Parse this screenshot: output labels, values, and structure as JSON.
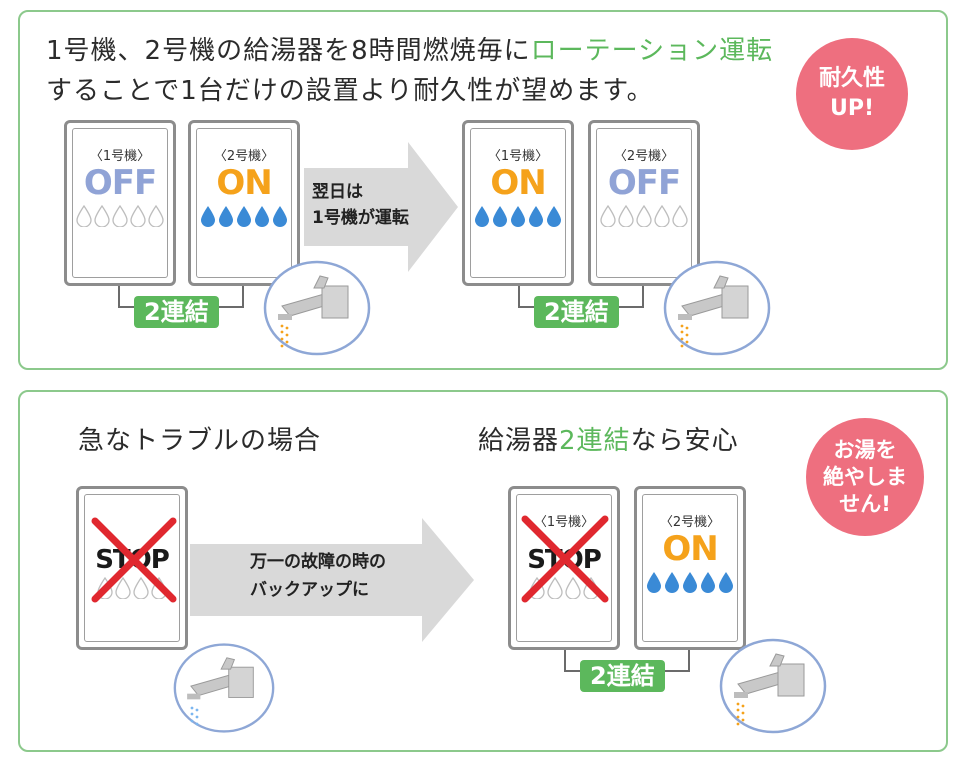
{
  "top": {
    "headline_line1_prefix": "1号機、2号機の給湯器を8時間燃焼毎に",
    "headline_line1_accent": "ローテーション運転",
    "headline_line2": "することで1台だけの設置より耐久性が望めます。",
    "badge_line1": "耐久性",
    "badge_line2": "UP!",
    "before": {
      "unit1": {
        "label": "〈1号機〉",
        "state": "OFF"
      },
      "unit2": {
        "label": "〈2号機〉",
        "state": "ON"
      },
      "link_label": "2連結"
    },
    "arrow_line1": "翌日は",
    "arrow_line2": "1号機が運転",
    "after": {
      "unit1": {
        "label": "〈1号機〉",
        "state": "ON"
      },
      "unit2": {
        "label": "〈2号機〉",
        "state": "OFF"
      },
      "link_label": "2連結"
    }
  },
  "bottom": {
    "left_heading": "急なトラブルの場合",
    "right_heading_prefix": "給湯器",
    "right_heading_accent": "2連結",
    "right_heading_suffix": "なら安心",
    "badge_line1": "お湯を",
    "badge_line2": "絶やしま",
    "badge_line3": "せん!",
    "single_unit": {
      "state": "STOP"
    },
    "arrow_line1": "万一の故障の時の",
    "arrow_line2": "バックアップに",
    "after": {
      "unit1": {
        "label": "〈1号機〉",
        "state": "STOP"
      },
      "unit2": {
        "label": "〈2号機〉",
        "state": "ON"
      },
      "link_label": "2連結"
    }
  },
  "colors": {
    "accent_green": "#5cb85c",
    "on_orange": "#f5a21b",
    "off_blue": "#90a3d6",
    "badge_pink": "#ee6f7f",
    "stop_cross_red": "#e0282f",
    "water_blue": "#3a8ad6"
  }
}
